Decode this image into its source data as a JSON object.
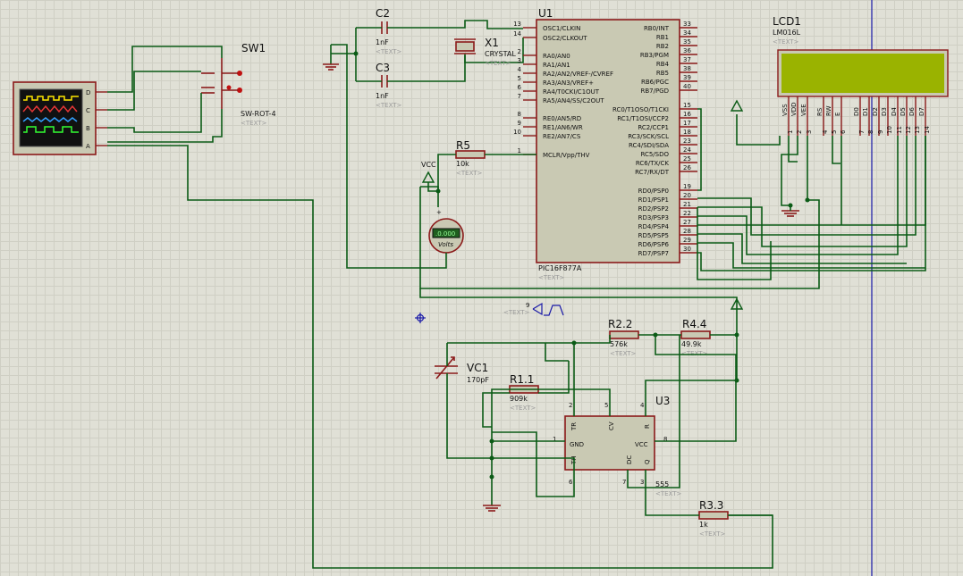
{
  "components": {
    "sw1": {
      "ref": "SW1",
      "value": "SW-ROT-4",
      "text": "<TEXT>"
    },
    "c2": {
      "ref": "C2",
      "value": "1nF",
      "text": "<TEXT>"
    },
    "c3": {
      "ref": "C3",
      "value": "1nF",
      "text": "<TEXT>"
    },
    "x1": {
      "ref": "X1",
      "value": "CRYSTAL",
      "text": "<TEXT>"
    },
    "u1": {
      "ref": "U1",
      "value": "PIC16F877A",
      "text": "<TEXT>"
    },
    "lcd1": {
      "ref": "LCD1",
      "value": "LM016L",
      "text": "<TEXT>"
    },
    "r5": {
      "ref": "R5",
      "value": "10k",
      "text": "<TEXT>"
    },
    "vc1": {
      "ref": "VC1",
      "value": "170pF"
    },
    "r1": {
      "ref": "R1.1",
      "value": "909k",
      "text": "<TEXT>"
    },
    "r2": {
      "ref": "R2.2",
      "value": "576k",
      "text": "<TEXT>"
    },
    "r4": {
      "ref": "R4.4",
      "value": "49.9k",
      "text": "<TEXT>"
    },
    "r3": {
      "ref": "R3.3",
      "value": "1k",
      "text": "<TEXT>"
    },
    "u3": {
      "ref": "U3",
      "value": "555",
      "text": "<TEXT>"
    },
    "voltmeter": {
      "display": ".0.000",
      "unit": "Volts"
    },
    "vcc_label": "VCC",
    "gen": {
      "pin": "9",
      "text": "<TEXT>"
    }
  },
  "scope_pins": [
    "D",
    "C",
    "B",
    "A"
  ],
  "pic_left_pins": [
    {
      "num": "13",
      "name": "OSC1/CLKIN"
    },
    {
      "num": "14",
      "name": "OSC2/CLKOUT"
    },
    {
      "num": "2",
      "name": "RA0/AN0"
    },
    {
      "num": "3",
      "name": "RA1/AN1"
    },
    {
      "num": "4",
      "name": "RA2/AN2/VREF-/CVREF"
    },
    {
      "num": "5",
      "name": "RA3/AN3/VREF+"
    },
    {
      "num": "6",
      "name": "RA4/T0CKI/C1OUT"
    },
    {
      "num": "7",
      "name": "RA5/AN4/SS/C2OUT"
    },
    {
      "num": "8",
      "name": "RE0/AN5/RD"
    },
    {
      "num": "9",
      "name": "RE1/AN6/WR"
    },
    {
      "num": "10",
      "name": "RE2/AN7/CS"
    },
    {
      "num": "1",
      "name": "MCLR/Vpp/THV"
    }
  ],
  "pic_right_pins": [
    {
      "num": "33",
      "name": "RB0/INT"
    },
    {
      "num": "34",
      "name": "RB1"
    },
    {
      "num": "35",
      "name": "RB2"
    },
    {
      "num": "36",
      "name": "RB3/PGM"
    },
    {
      "num": "37",
      "name": "RB4"
    },
    {
      "num": "38",
      "name": "RB5"
    },
    {
      "num": "39",
      "name": "RB6/PGC"
    },
    {
      "num": "40",
      "name": "RB7/PGD"
    },
    {
      "num": "15",
      "name": "RC0/T1OSO/T1CKI"
    },
    {
      "num": "16",
      "name": "RC1/T1OSI/CCP2"
    },
    {
      "num": "17",
      "name": "RC2/CCP1"
    },
    {
      "num": "18",
      "name": "RC3/SCK/SCL"
    },
    {
      "num": "23",
      "name": "RC4/SDI/SDA"
    },
    {
      "num": "24",
      "name": "RC5/SDO"
    },
    {
      "num": "25",
      "name": "RC6/TX/CK"
    },
    {
      "num": "26",
      "name": "RC7/RX/DT"
    },
    {
      "num": "19",
      "name": "RD0/PSP0"
    },
    {
      "num": "20",
      "name": "RD1/PSP1"
    },
    {
      "num": "21",
      "name": "RD2/PSP2"
    },
    {
      "num": "22",
      "name": "RD3/PSP3"
    },
    {
      "num": "27",
      "name": "RD4/PSP4"
    },
    {
      "num": "28",
      "name": "RD5/PSP5"
    },
    {
      "num": "29",
      "name": "RD6/PSP6"
    },
    {
      "num": "30",
      "name": "RD7/PSP7"
    }
  ],
  "lcd_pins": [
    {
      "name": "VSS",
      "num": "1"
    },
    {
      "name": "VDD",
      "num": "2"
    },
    {
      "name": "VEE",
      "num": "3"
    },
    {
      "name": "RS",
      "num": "4"
    },
    {
      "name": "RW",
      "num": "5"
    },
    {
      "name": "E",
      "num": "6"
    },
    {
      "name": "D0",
      "num": "7"
    },
    {
      "name": "D1",
      "num": "8"
    },
    {
      "name": "D2",
      "num": "9"
    },
    {
      "name": "D3",
      "num": "10"
    },
    {
      "name": "D4",
      "num": "11"
    },
    {
      "name": "D5",
      "num": "12"
    },
    {
      "name": "D6",
      "num": "13"
    },
    {
      "name": "D7",
      "num": "14"
    }
  ],
  "timer_pins": {
    "tr": "TR",
    "cv": "CV",
    "r": "R",
    "gnd": "GND",
    "vcc": "VCC",
    "th": "TH",
    "dc": "DC",
    "q": "Q",
    "n2": "2",
    "n5": "5",
    "n4": "4",
    "n1": "1",
    "n8": "8",
    "n6": "6",
    "n7": "7",
    "n3": "3"
  },
  "colors": {
    "wire": "#0b5b16",
    "component": "#8b1a1a",
    "lcd_screen": "#9ab300",
    "background": "#e0e0d6"
  }
}
